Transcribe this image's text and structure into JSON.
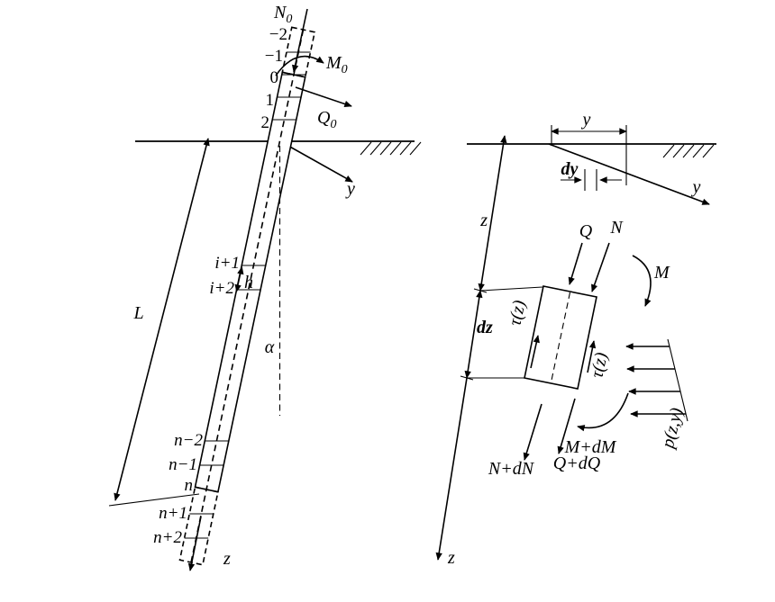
{
  "figure": {
    "background": "#ffffff",
    "ink": "#000000",
    "description": "pile-lateral-load-finite-difference-diagram"
  },
  "left": {
    "head_loads": {
      "N_base": "N",
      "N_sub": "0",
      "M_base": "M",
      "M_sub": "0",
      "Q_base": "Q",
      "Q_sub": "0"
    },
    "nodes_top": [
      "−2",
      "−1",
      "0",
      "1",
      "2"
    ],
    "nodes_mid": [
      "i+1",
      "i+2"
    ],
    "nodes_bottom": [
      "n−2",
      "n−1",
      "n",
      "n+1",
      "n+2"
    ],
    "length_label": "L",
    "segment_label": "h",
    "incline_angle_label": "α",
    "y_axis_label": "y",
    "z_axis_label": "z"
  },
  "right": {
    "depth_label": "z",
    "depth_increment_label": "dz",
    "offset_label": "y",
    "offset_increment_label": "dy",
    "y_axis_label": "y",
    "z_axis_label": "z",
    "top_forces": {
      "axial": "N",
      "shear": "Q",
      "moment": "M"
    },
    "bottom_forces": {
      "moment": "M+dM",
      "shear": "Q+dQ",
      "axial": "N+dN"
    },
    "side_friction_left": "τ(z)",
    "side_friction_right": "τ(z)",
    "soil_reaction": "p(z,y)"
  }
}
